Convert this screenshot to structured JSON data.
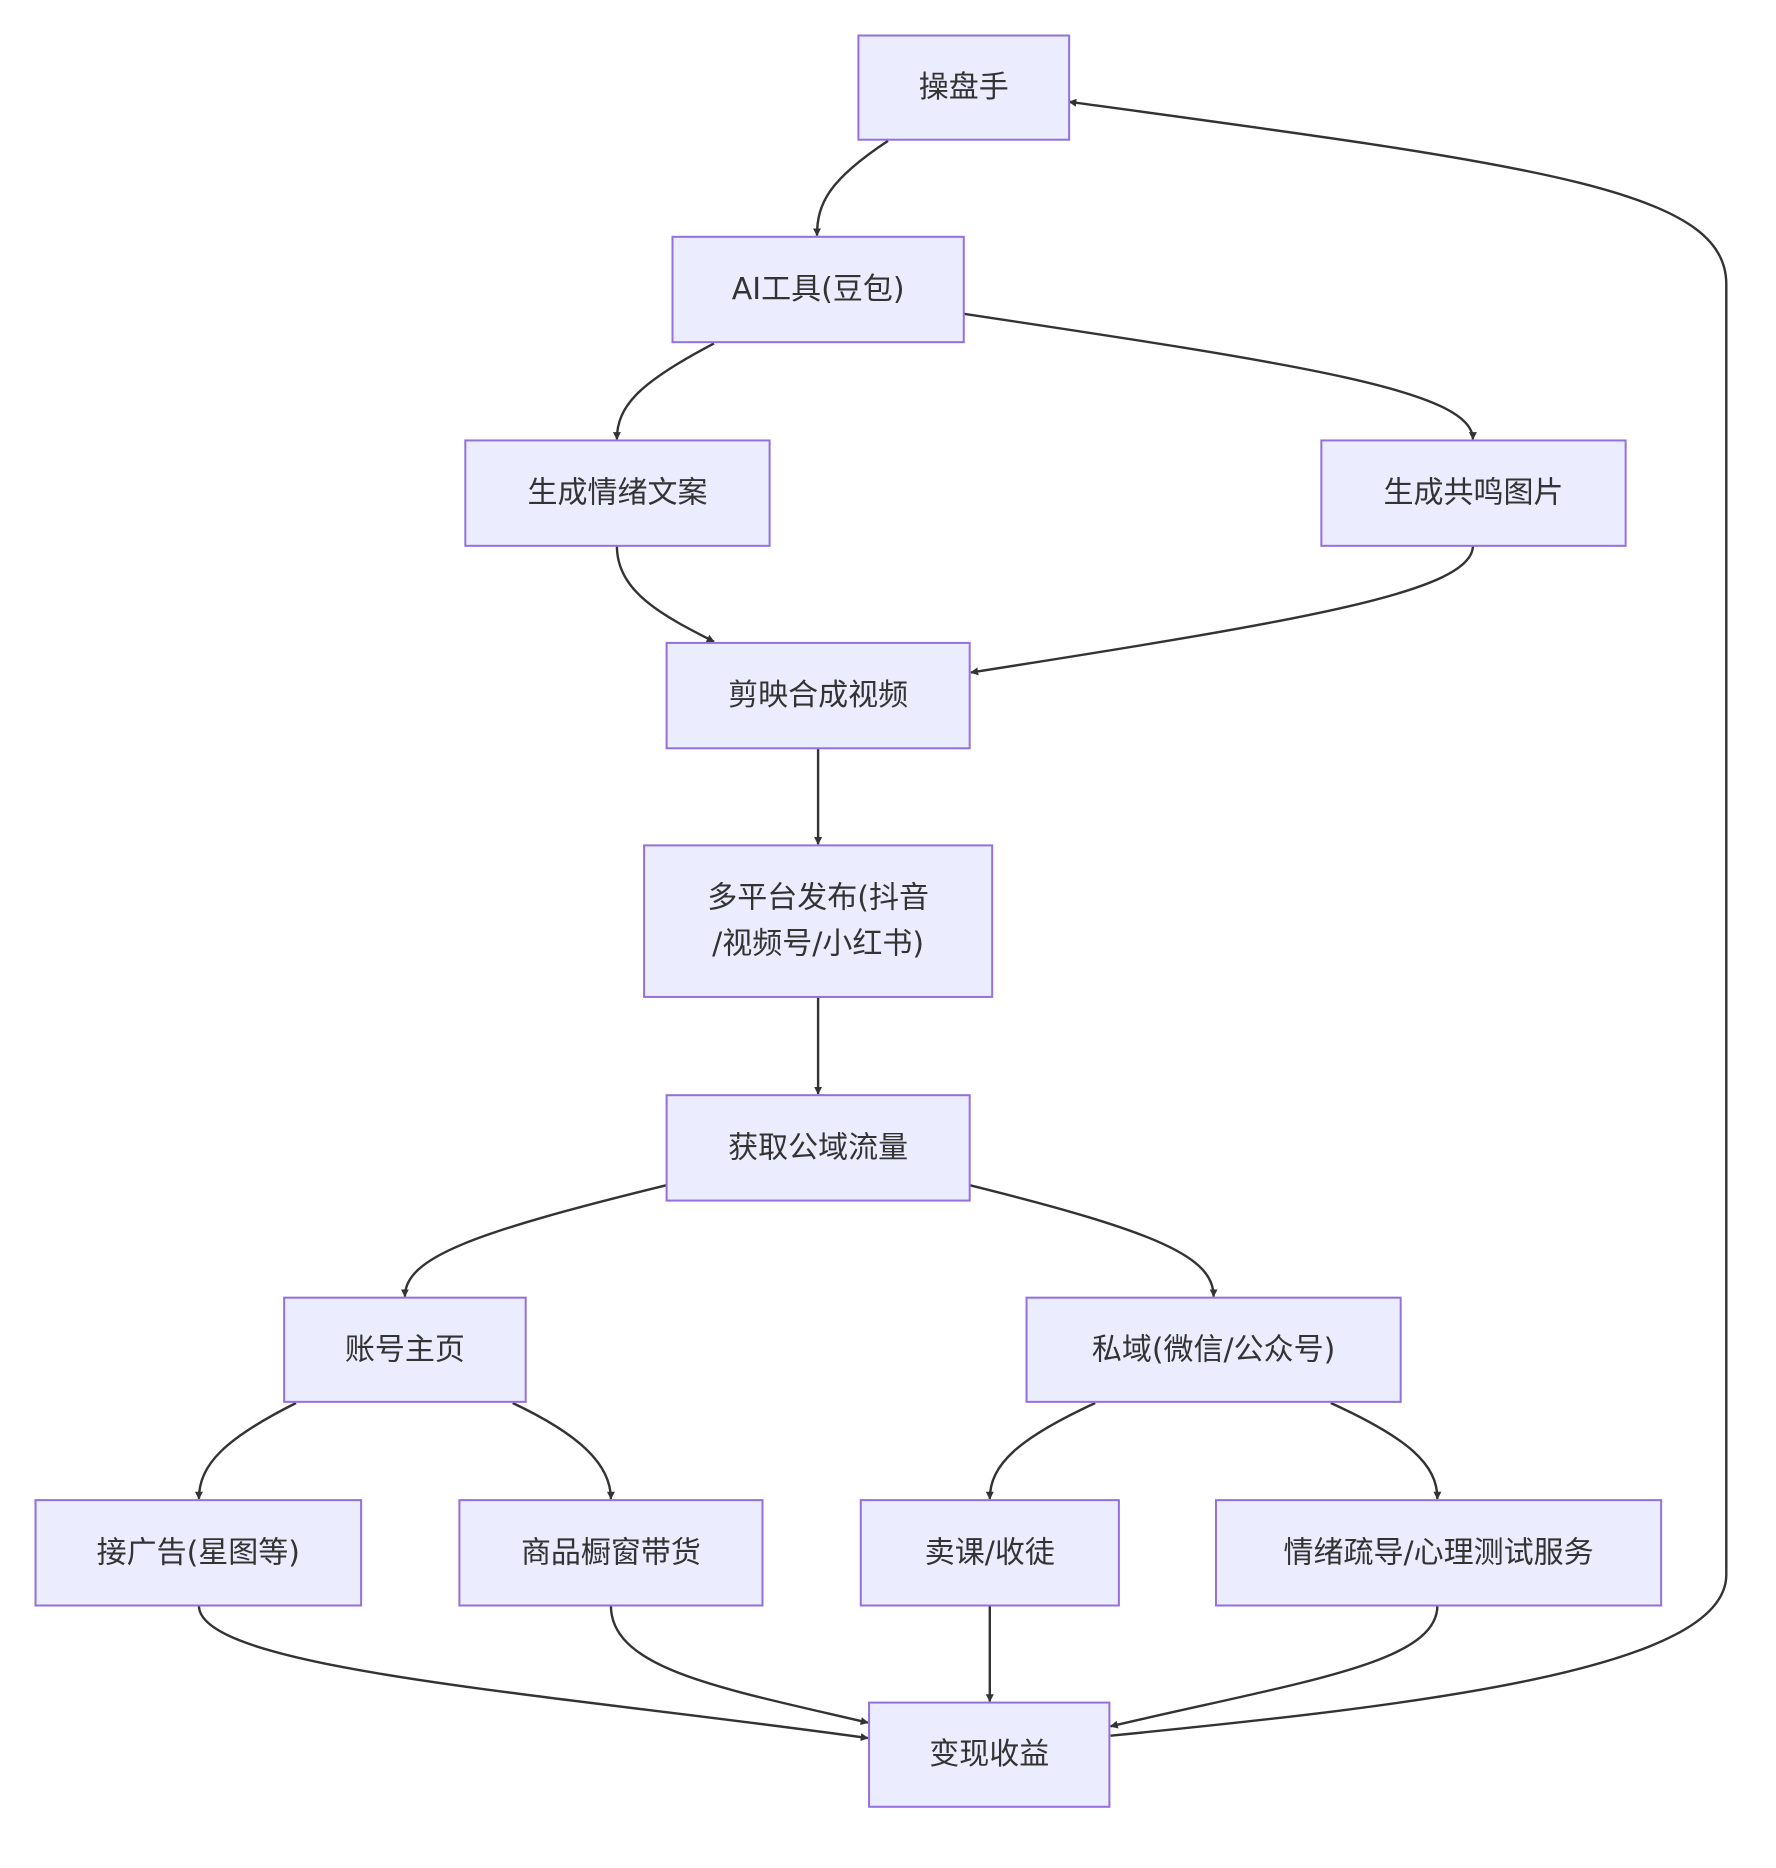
{
  "diagram": {
    "type": "flowchart",
    "nodes": [
      {
        "id": "trader",
        "label": "操盘手"
      },
      {
        "id": "ai_tool",
        "label": "AI工具(豆包)"
      },
      {
        "id": "copywriting",
        "label": "生成情绪文案"
      },
      {
        "id": "images",
        "label": "生成共鸣图片"
      },
      {
        "id": "capcut",
        "label": "剪映合成视频"
      },
      {
        "id": "publish",
        "label": [
          "多平台发布(抖音",
          "/视频号/小红书)"
        ]
      },
      {
        "id": "traffic",
        "label": "获取公域流量"
      },
      {
        "id": "homepage",
        "label": "账号主页"
      },
      {
        "id": "private",
        "label": "私域(微信/公众号)"
      },
      {
        "id": "ads",
        "label": "接广告(星图等)"
      },
      {
        "id": "shop",
        "label": "商品橱窗带货"
      },
      {
        "id": "courses",
        "label": "卖课/收徒"
      },
      {
        "id": "counseling",
        "label": "情绪疏导/心理测试服务"
      },
      {
        "id": "revenue",
        "label": "变现收益"
      }
    ],
    "edges": [
      {
        "from": "trader",
        "to": "ai_tool"
      },
      {
        "from": "ai_tool",
        "to": "copywriting"
      },
      {
        "from": "ai_tool",
        "to": "images"
      },
      {
        "from": "copywriting",
        "to": "capcut"
      },
      {
        "from": "images",
        "to": "capcut"
      },
      {
        "from": "capcut",
        "to": "publish"
      },
      {
        "from": "publish",
        "to": "traffic"
      },
      {
        "from": "traffic",
        "to": "homepage"
      },
      {
        "from": "traffic",
        "to": "private"
      },
      {
        "from": "homepage",
        "to": "ads"
      },
      {
        "from": "homepage",
        "to": "shop"
      },
      {
        "from": "private",
        "to": "courses"
      },
      {
        "from": "private",
        "to": "counseling"
      },
      {
        "from": "ads",
        "to": "revenue"
      },
      {
        "from": "shop",
        "to": "revenue"
      },
      {
        "from": "courses",
        "to": "revenue"
      },
      {
        "from": "counseling",
        "to": "revenue"
      },
      {
        "from": "revenue",
        "to": "trader"
      }
    ]
  }
}
